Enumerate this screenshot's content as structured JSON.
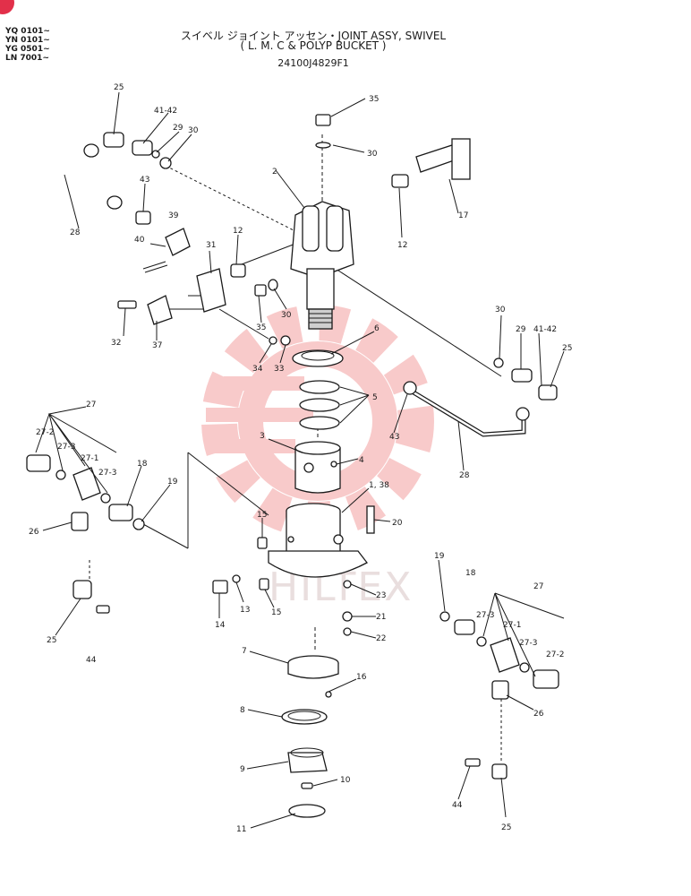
{
  "header": {
    "serials": [
      "YQ 0101~",
      "YN 0101~",
      "YG 0501~",
      "LN 7001~"
    ],
    "title_line1": "スイベル ジョイント アッセン・JOINT ASSY, SWIVEL",
    "title_line2": "( L. M. C & POLYP BUCKET )",
    "part_number": "24100J4829F1"
  },
  "watermark": {
    "text": "HILTEX",
    "color": "#f4a9a9"
  },
  "colors": {
    "ink": "#1a1a1a",
    "watermark_red": "#f08c8c",
    "badge": "#e2304a"
  },
  "labels": {
    "l25a": "25",
    "l41a": "41-42",
    "l29a": "29",
    "l30a": "30",
    "l35a": "35",
    "l30b": "30",
    "l2": "2",
    "l43a": "43",
    "l39": "39",
    "l28a": "28",
    "l40": "40",
    "l31": "31",
    "l12a": "12",
    "l12b": "12",
    "l17": "17",
    "l32": "32",
    "l37": "37",
    "l35b": "35",
    "l30c": "30",
    "l34": "34",
    "l33": "33",
    "l6": "6",
    "l30d": "30",
    "l29b": "29",
    "l41b": "41-42",
    "l25b": "25",
    "l5": "5",
    "l43b": "43",
    "l28b": "28",
    "l27a": "27",
    "l27_2a": "27-2",
    "l27_3a": "27-3",
    "l27_1a": "27-1",
    "l27_3b": "27-3",
    "l18a": "18",
    "l19a": "19",
    "l3": "3",
    "l4": "4",
    "l1_38": "1, 38",
    "l26a": "26",
    "l15a": "15",
    "l20": "20",
    "l19b": "19",
    "l18b": "18",
    "l27b": "27",
    "l13": "13",
    "l15b": "15",
    "l14": "14",
    "l23": "23",
    "l21": "21",
    "l22": "22",
    "l27_3c": "27-3",
    "l27_1b": "27-1",
    "l27_3d": "27-3",
    "l27_2b": "27-2",
    "l25c": "25",
    "l44a": "44",
    "l7": "7",
    "l16": "16",
    "l26b": "26",
    "l8": "8",
    "l9": "9",
    "l10": "10",
    "l11": "11",
    "l44b": "44",
    "l25d": "25"
  }
}
